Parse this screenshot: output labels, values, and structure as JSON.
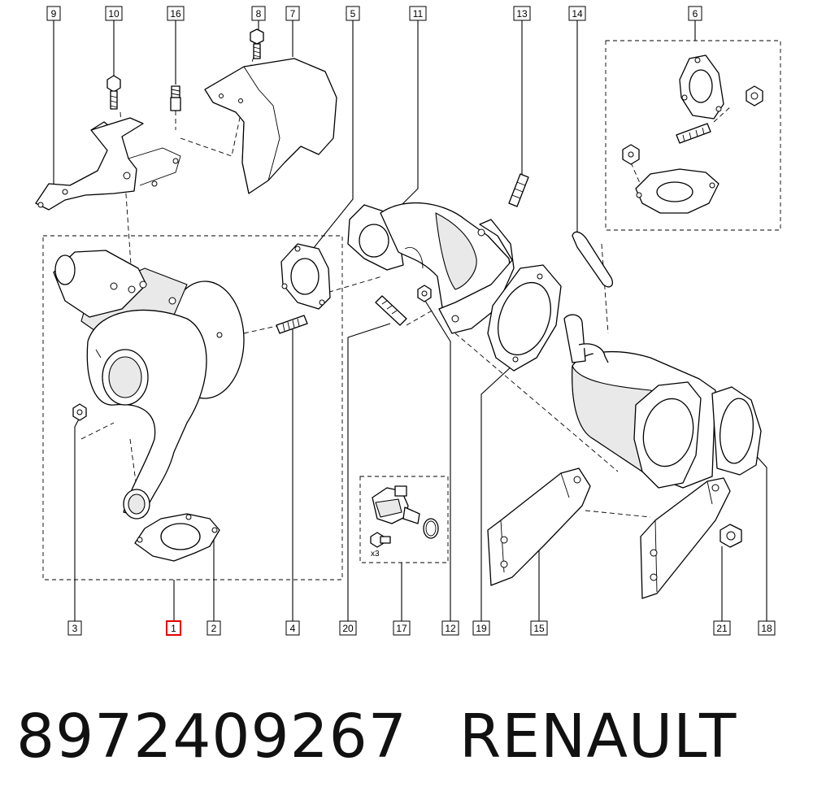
{
  "callouts": [
    {
      "label": "9"
    },
    {
      "label": "10"
    },
    {
      "label": "16"
    },
    {
      "label": "8"
    },
    {
      "label": "7"
    },
    {
      "label": "5"
    },
    {
      "label": "11"
    },
    {
      "label": "13"
    },
    {
      "label": "14"
    },
    {
      "label": "6"
    },
    {
      "label": "3"
    },
    {
      "label": "1"
    },
    {
      "label": "2"
    },
    {
      "label": "4"
    },
    {
      "label": "20"
    },
    {
      "label": "17"
    },
    {
      "label": "12"
    },
    {
      "label": "19"
    },
    {
      "label": "15"
    },
    {
      "label": "21"
    },
    {
      "label": "18"
    }
  ],
  "highlight_color": "#e60000",
  "sensor_kit_qty": "x3",
  "footer": {
    "part_number": "8972409267",
    "brand": "RENAULT"
  }
}
